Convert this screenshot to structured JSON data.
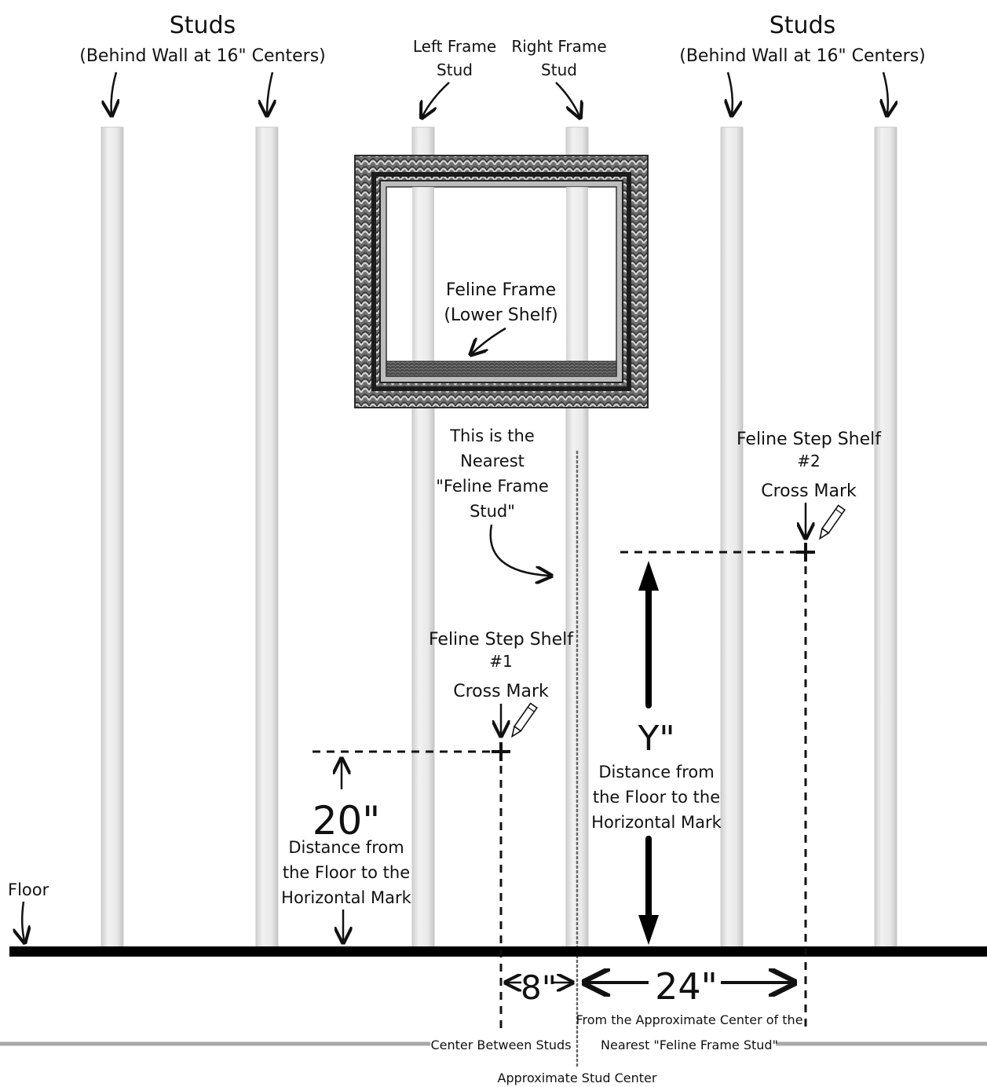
{
  "labels": {
    "title_left": "Studs",
    "subtitle_left": "(Behind Wall at 16\" Centers)",
    "title_right": "Studs",
    "subtitle_right": "(Behind Wall at 16\" Centers)",
    "left_frame_stud_1": "Left Frame",
    "left_frame_stud_2": "Stud",
    "right_frame_stud_1": "Right Frame",
    "right_frame_stud_2": "Stud",
    "feline_frame_1": "Feline Frame",
    "feline_frame_2": "(Lower Shelf)",
    "nearest_1": "This is the",
    "nearest_2": "Nearest",
    "nearest_3": "\"Feline Frame",
    "nearest_4": "Stud\"",
    "shelf2_1": "Feline Step Shelf",
    "shelf2_2": "#2",
    "shelf2_3": "Cross Mark",
    "shelf1_1": "Feline Step Shelf",
    "shelf1_2": "#1",
    "shelf1_3": "Cross Mark",
    "y_value": "Y\"",
    "y_desc_1": "Distance from",
    "y_desc_2": "the Floor to the",
    "y_desc_3": "Horizontal Mark",
    "h20_value": "20\"",
    "h20_desc_1": "Distance from",
    "h20_desc_2": "the Floor to the",
    "h20_desc_3": "Horizontal Mark",
    "floor": "Floor",
    "dim8": "8\"",
    "dim24": "24\"",
    "from_center_1": "From the Approximate Center of the",
    "from_center_2": "Nearest \"Feline Frame Stud\"",
    "center_between": "Center Between Studs",
    "approx_center": "Approximate Stud Center"
  },
  "colors": {
    "stud_fill": "#e6e6e6",
    "stud_edge": "#c8c8c8",
    "frame_dark": "#3a3a3a",
    "frame_mid": "#8a8a8a",
    "floor": "#000000",
    "guide_gray": "#a8a8a8"
  }
}
